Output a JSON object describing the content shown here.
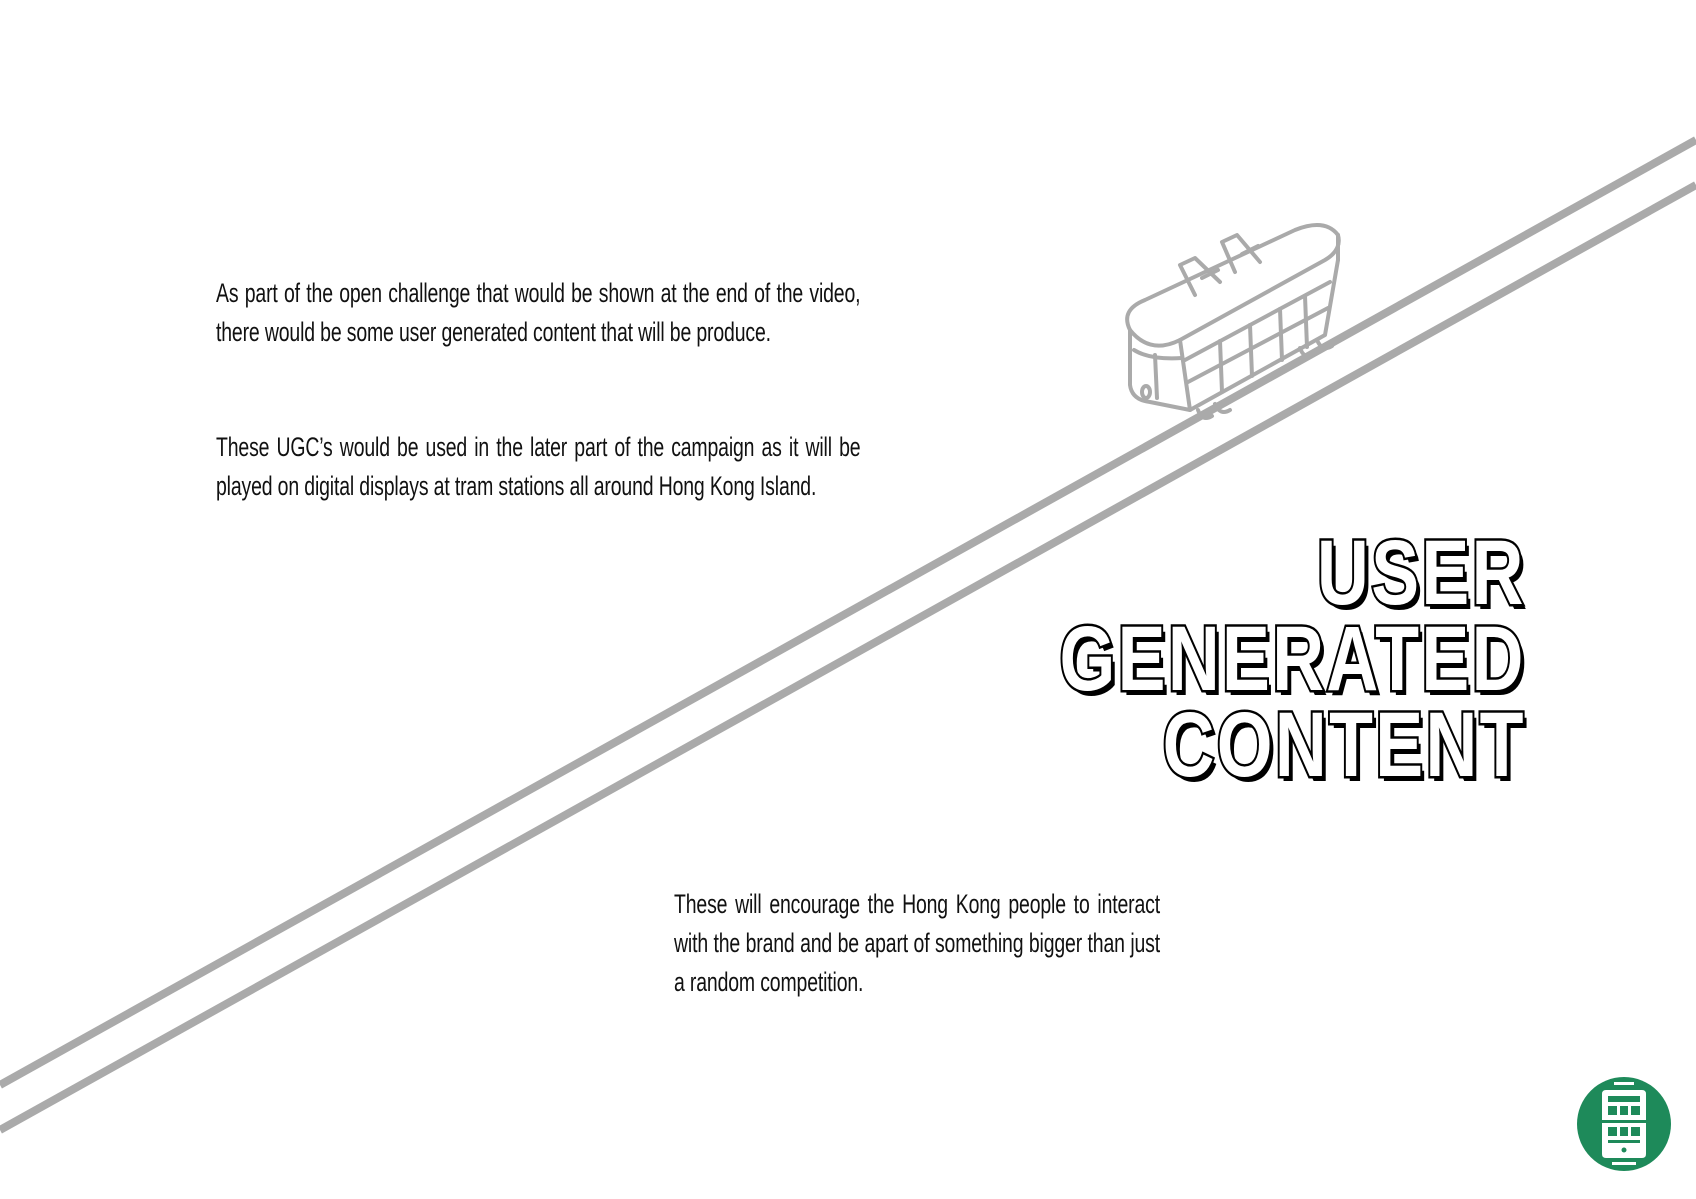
{
  "paragraphs": {
    "p1": "As part of the open challenge that would be shown at the end of the video, there would be some user generated content that will be produce.",
    "p2": "These UGC’s would be used in the later part of the campaign as it will be played on digital displays at tram stations all around Hong Kong Island.",
    "p3": "These will encourage the Hong Kong people to interact with the brand and be apart of something bigger than just a random competition."
  },
  "title": {
    "line1": "USER",
    "line2": "GENERATED",
    "line3": "CONTENT"
  },
  "icons": {
    "tram": "tram-illustration-icon",
    "logo": "tram-logo-icon"
  },
  "colors": {
    "track": "#aaaaaa",
    "logo_green": "#1e8a5a",
    "text": "#111111"
  }
}
